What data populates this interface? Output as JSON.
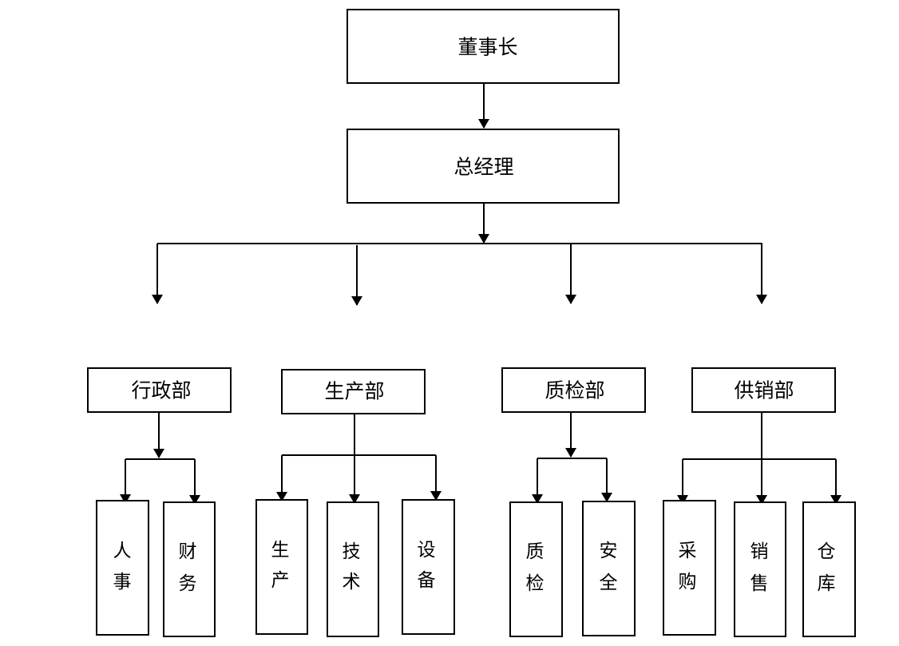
{
  "chairman": {
    "label": "董事长"
  },
  "general_manager": {
    "label": "总经理"
  },
  "departments": [
    {
      "label": "行政部",
      "sections": [
        "人事",
        "财务"
      ]
    },
    {
      "label": "生产部",
      "sections": [
        "生产",
        "技术",
        "设备"
      ]
    },
    {
      "label": "质检部",
      "sections": [
        "质检",
        "安全"
      ]
    },
    {
      "label": "供销部",
      "sections": [
        "采购",
        "销售",
        "仓库"
      ]
    }
  ],
  "colors": {
    "line": "#000000",
    "box_fill": "#ffffff",
    "text": "#000000"
  }
}
